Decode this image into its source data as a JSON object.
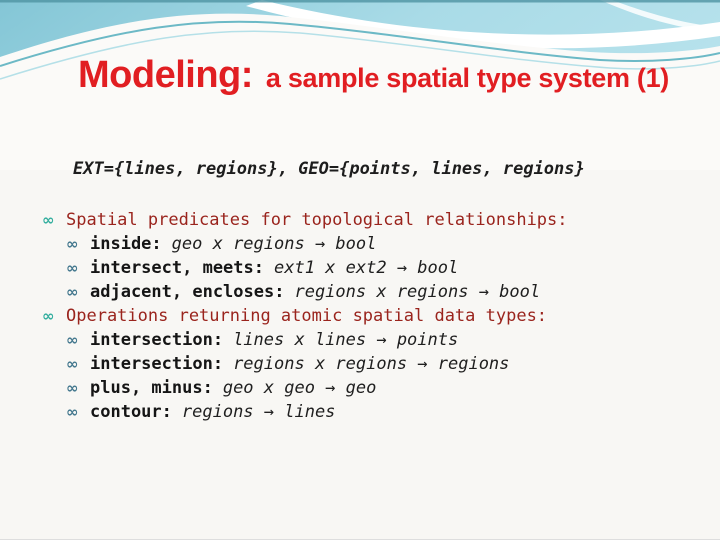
{
  "slide_title": {
    "main": "Modeling:",
    "subtitle": "a sample spatial type system (1)"
  },
  "body": {
    "type_definitions": "EXT={lines, regions}, GEO={points, lines, regions}",
    "bullet_glyph": "∞",
    "items": [
      {
        "level": 1,
        "text": "Spatial predicates for topological relationships:"
      },
      {
        "level": 2,
        "keyword": "inside:",
        "signature": "geo x regions → bool"
      },
      {
        "level": 2,
        "keyword": "intersect, meets:",
        "signature": "ext1 x ext2 → bool"
      },
      {
        "level": 2,
        "keyword": "adjacent, encloses:",
        "signature": "regions x regions → bool"
      },
      {
        "level": 1,
        "text": "Operations returning atomic spatial data types:"
      },
      {
        "level": 2,
        "keyword": "intersection:",
        "signature": "lines x lines → points"
      },
      {
        "level": 2,
        "keyword": "intersection:",
        "signature": "regions x regions → regions"
      },
      {
        "level": 2,
        "keyword": "plus, minus:",
        "signature": "geo x geo → geo"
      },
      {
        "level": 2,
        "keyword": "contour:",
        "signature": "regions → lines"
      }
    ]
  },
  "colors": {
    "title_red": "#e11e22",
    "section_red": "#9a241d",
    "body_text": "#1d1d1d",
    "bullet_level1": "#33ae9e",
    "bullet_level2": "#44788e",
    "header_teal_dark": "#86c7d7",
    "header_teal_light": "#b7e2ec",
    "background": "#f8f7f4"
  }
}
